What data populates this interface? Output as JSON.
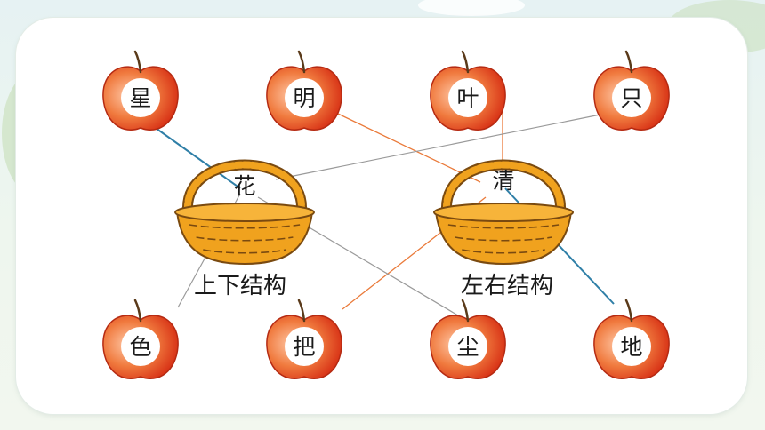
{
  "apples_top": [
    "星",
    "明",
    "叶",
    "只"
  ],
  "apples_bottom": [
    "色",
    "把",
    "尘",
    "地"
  ],
  "baskets": [
    {
      "word": "花",
      "label": "上下结构"
    },
    {
      "word": "清",
      "label": "左右结构"
    }
  ],
  "colors": {
    "apple_red": "#e2471f",
    "apple_center": "#ffffff",
    "basket": "#f0a21e",
    "line_blue": "#2f7fa7",
    "line_orange": "#ea7a3a",
    "line_gray": "#9a9a9a"
  }
}
